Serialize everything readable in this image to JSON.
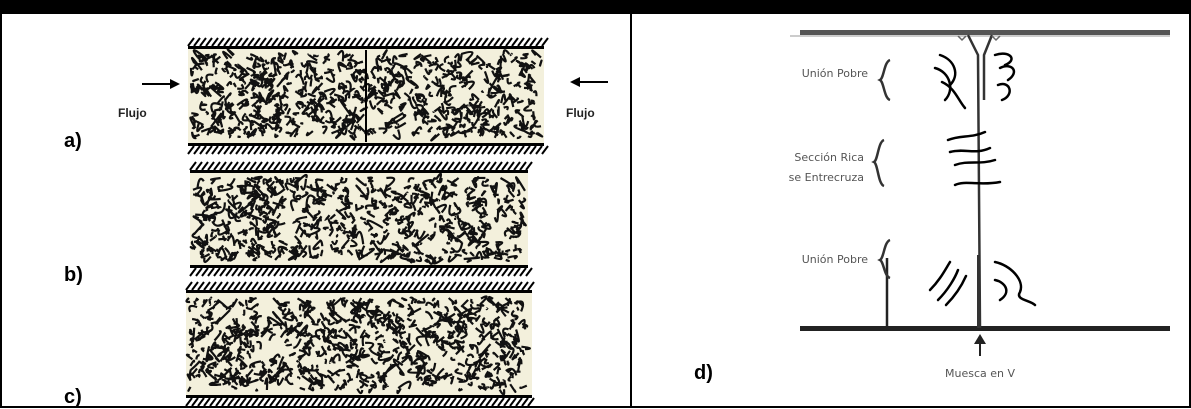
{
  "panels": {
    "a": {
      "label": "a)",
      "flow_left": "Flujo",
      "flow_right": "Flujo"
    },
    "b": {
      "label": "b)"
    },
    "c": {
      "label": "c)"
    },
    "d": {
      "label": "d)",
      "zones": {
        "top": "Unión Pobre",
        "middle_line1": "Sección Rica",
        "middle_line2": "se Entrecruza",
        "bottom": "Unión Pobre"
      },
      "notch": "Muesca en V"
    }
  }
}
